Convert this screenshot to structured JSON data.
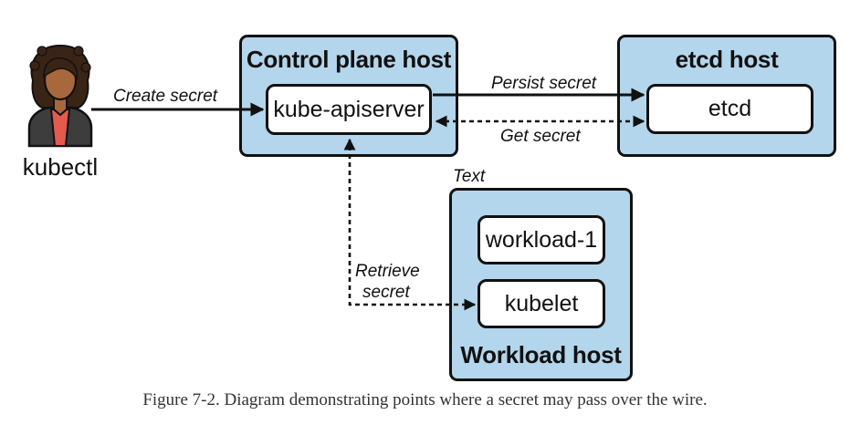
{
  "actor": {
    "label": "kubectl",
    "icon": "user-avatar-icon"
  },
  "hosts": {
    "control_plane": {
      "title": "Control plane host",
      "node": "kube-apiserver"
    },
    "etcd": {
      "title": "etcd host",
      "node": "etcd"
    },
    "workload": {
      "title": "Workload host",
      "label_above": "Text",
      "nodes": [
        "workload-1",
        "kubelet"
      ]
    }
  },
  "edges": {
    "create_secret": "Create secret",
    "persist_secret": "Persist secret",
    "get_secret": "Get secret",
    "retrieve_secret_line1": "Retrieve",
    "retrieve_secret_line2": "secret"
  },
  "caption": "Figure 7-2. Diagram demonstrating points where a secret may pass over the wire.",
  "colors": {
    "host_fill": "#b3d6ec",
    "node_fill": "#ffffff",
    "stroke": "#111111",
    "skin": "#a8683d",
    "hair": "#3a2416",
    "shirt": "#e35a4e",
    "jacket": "#3d3d3d"
  }
}
